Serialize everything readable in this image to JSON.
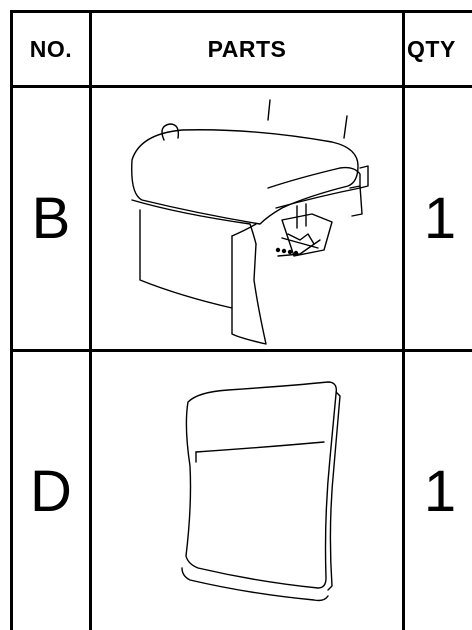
{
  "table": {
    "headers": {
      "no": "NO.",
      "parts": "PARTS",
      "qty": "QTY"
    },
    "rows": [
      {
        "no": "B",
        "part_icon": "seat-cushion-with-frame-icon",
        "qty": "1"
      },
      {
        "no": "D",
        "part_icon": "backrest-cushion-icon",
        "qty": "1"
      }
    ]
  }
}
